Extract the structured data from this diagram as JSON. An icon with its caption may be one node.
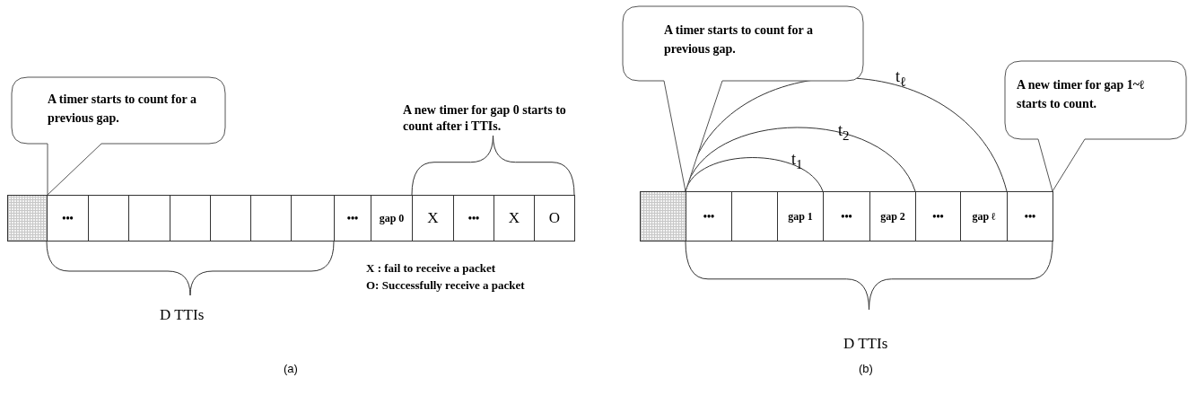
{
  "diagram": {
    "nodes": [
      {
        "text": [
          "A timer starts to count for a previous gap."
        ]
      },
      {
        "text": [],
        "shape": "box"
      },
      {
        "text": [
          "•••"
        ]
      },
      {
        "text": [],
        "shape": "box"
      },
      {
        "text": [],
        "shape": "box"
      },
      {
        "text": [],
        "shape": "box"
      },
      {
        "text": [],
        "shape": "box"
      },
      {
        "text": [],
        "shape": "box"
      },
      {
        "text": [],
        "shape": "box"
      },
      {
        "text": [
          "•••"
        ]
      },
      {
        "text": [
          "gap 0"
        ]
      },
      {
        "text": [
          "X"
        ]
      },
      {
        "text": [
          "•••"
        ]
      },
      {
        "text": [
          "X"
        ]
      },
      {
        "text": [
          "O"
        ]
      },
      {
        "text": [
          "A timer starts to count for a previous gap."
        ]
      },
      {
        "text": [
          "A new timer for gap 1~ℓ starts to count."
        ]
      },
      {
        "text": [],
        "shape": "box"
      },
      {
        "text": [
          "•••"
        ]
      },
      {
        "text": [],
        "shape": "box"
      },
      {
        "text": [
          "gap 1"
        ]
      },
      {
        "text": [
          "•••"
        ]
      },
      {
        "text": [
          "gap 2"
        ]
      },
      {
        "text": [
          "•••"
        ]
      },
      {
        "text": [
          "gap ℓ"
        ]
      },
      {
        "text": [
          "•••"
        ]
      }
    ],
    "edges": [
      {
        "from": 18,
        "to": 20,
        "arrow": "none",
        "label": "t$_{1}$"
      },
      {
        "from": 18,
        "to": 22,
        "arrow": "none",
        "label": "t$_{2}$"
      },
      {
        "from": 18,
        "to": 24,
        "arrow": "none",
        "label": "t$_{ℓ}$"
      }
    ],
    "labels": [
      "A new timer for gap 0 starts to count after i TTIs.",
      "D TTIs",
      "X : fail to receive a packet",
      "O: Successfully receive a packet",
      "(a)",
      "D TTIs",
      "(b)"
    ]
  }
}
